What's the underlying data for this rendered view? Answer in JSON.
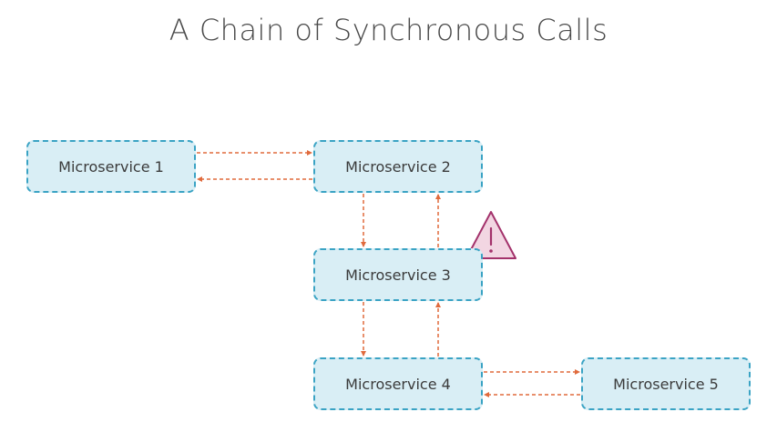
{
  "title": "A Chain of Synchronous Calls",
  "nodes": [
    {
      "id": "n1",
      "label": "Microservice 1"
    },
    {
      "id": "n2",
      "label": "Microservice 2"
    },
    {
      "id": "n3",
      "label": "Microservice 3"
    },
    {
      "id": "n4",
      "label": "Microservice 4"
    },
    {
      "id": "n5",
      "label": "Microservice 5"
    }
  ],
  "edges": [
    {
      "from": "Microservice 1",
      "to": "Microservice 2",
      "style": "dashed"
    },
    {
      "from": "Microservice 2",
      "to": "Microservice 1",
      "style": "dashed"
    },
    {
      "from": "Microservice 2",
      "to": "Microservice 3",
      "style": "dashed"
    },
    {
      "from": "Microservice 3",
      "to": "Microservice 2",
      "style": "dashed"
    },
    {
      "from": "Microservice 3",
      "to": "Microservice 4",
      "style": "dashed"
    },
    {
      "from": "Microservice 4",
      "to": "Microservice 3",
      "style": "dashed"
    },
    {
      "from": "Microservice 4",
      "to": "Microservice 5",
      "style": "dashed"
    },
    {
      "from": "Microservice 5",
      "to": "Microservice 4",
      "style": "dashed"
    }
  ],
  "warning": {
    "icon": "warning-triangle-icon",
    "attached_to": "Microservice 3"
  },
  "colors": {
    "node_fill": "#d9eef5",
    "node_border": "#3aa3c4",
    "arrow": "#e06a3c",
    "warning": "#a3326b",
    "warning_fill": "#f2d6e2",
    "title": "#4a4a4a"
  }
}
